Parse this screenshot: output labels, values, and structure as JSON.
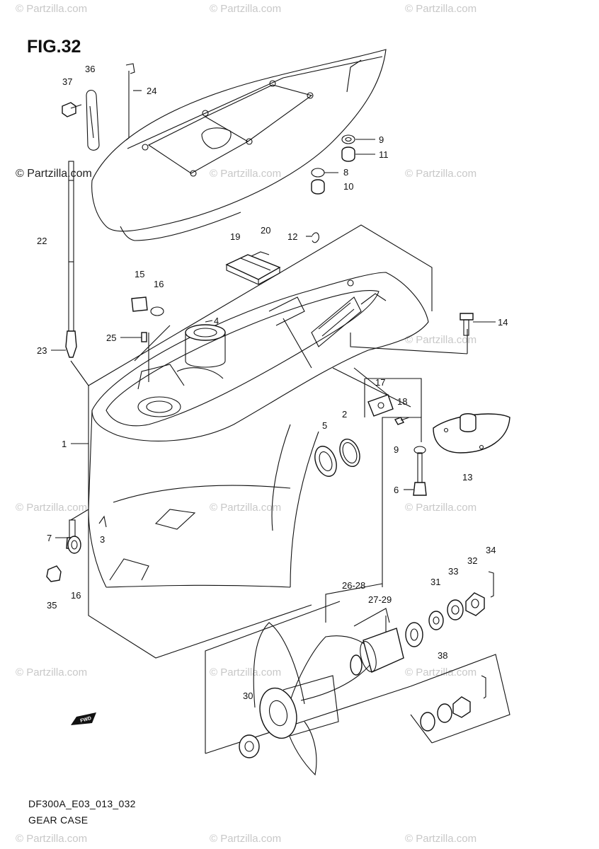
{
  "figure": {
    "title": "FIG.32"
  },
  "footer": {
    "code": "DF300A_E03_013_032",
    "name": "GEAR CASE"
  },
  "watermark": {
    "text": "© Partzilla.com"
  },
  "badge": {
    "text": "FWD"
  },
  "callouts": {
    "c1": "1",
    "c2": "2",
    "c3": "3",
    "c4": "4",
    "c5": "5",
    "c6": "6",
    "c7": "7",
    "c8": "8",
    "c9a": "9",
    "c9b": "9",
    "c10": "10",
    "c11": "11",
    "c12": "12",
    "c13": "13",
    "c14": "14",
    "c15": "15",
    "c16a": "16",
    "c16b": "16",
    "c17": "17",
    "c18": "18",
    "c19": "19",
    "c20": "20",
    "c22": "22",
    "c23": "23",
    "c24": "24",
    "c25": "25",
    "c26_28": "26-28",
    "c27_29": "27-29",
    "c30": "30",
    "c31": "31",
    "c32": "32",
    "c33": "33",
    "c34": "34",
    "c35": "35",
    "c36": "36",
    "c37": "37",
    "c38": "38"
  }
}
